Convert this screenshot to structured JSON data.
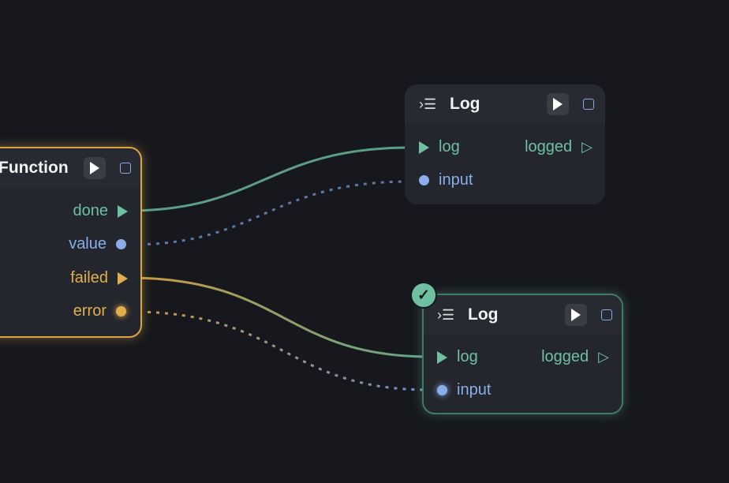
{
  "function_node": {
    "title": "Function",
    "outputs": [
      {
        "label": "done",
        "kind": "exec",
        "color": "#6ec0a1"
      },
      {
        "label": "value",
        "kind": "data",
        "color": "#8aaeea"
      },
      {
        "label": "failed",
        "kind": "exec",
        "color": "#e3ad4e"
      },
      {
        "label": "error",
        "kind": "data",
        "color": "#e3ad4e"
      }
    ]
  },
  "log_node_1": {
    "title": "Log",
    "in_exec": "log",
    "out_exec": "logged",
    "in_data": "input"
  },
  "log_node_2": {
    "title": "Log",
    "in_exec": "log",
    "out_exec": "logged",
    "in_data": "input",
    "status": "success"
  }
}
